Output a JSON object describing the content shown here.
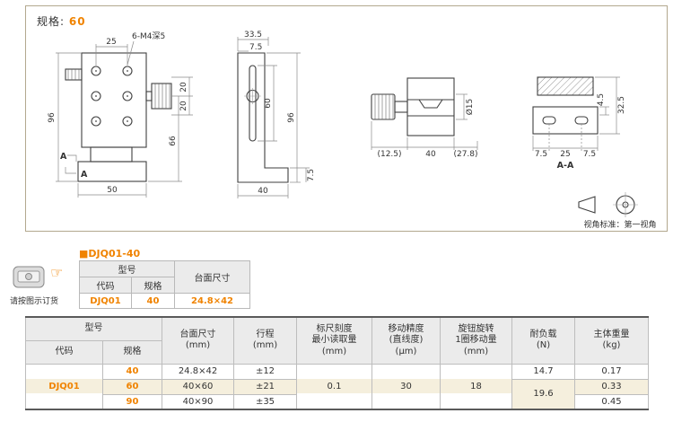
{
  "theme": {
    "accent": "#f08300",
    "highlight": "#f5efdd",
    "header_bg": "#ebebeb"
  },
  "page": {
    "spec_label": "规格:",
    "spec_value": "60"
  },
  "drawing": {
    "front": {
      "dim_hole_pitch": "25",
      "hole_note": "6-M4深5",
      "dim_height": "96",
      "dim_travel_up": "20",
      "dim_travel_down": "20",
      "dim_body": "66",
      "dim_base": "50",
      "section_a_left": "A",
      "section_a_bottom": "A"
    },
    "side": {
      "dim_depth": "33.5",
      "dim_lip": "7.5",
      "dim_slot": "60",
      "dim_height": "96",
      "dim_base": "40",
      "dim_foot": "7.5"
    },
    "plan": {
      "dim_left": "(12.5)",
      "dim_mid": "40",
      "dim_right": "(27.8)",
      "dim_knob": "Ø15"
    },
    "section": {
      "dim_left": "7.5",
      "dim_mid": "25",
      "dim_right": "7.5",
      "dim_step": "4.5",
      "dim_total": "32.5",
      "label": "A-A"
    },
    "view_note": "视角标准：第一视角"
  },
  "order": {
    "caption": "请按图示订货",
    "hand_icon": "☞",
    "title": "■DJQ01-40",
    "header_model": "型号",
    "header_size": "台面尺寸",
    "sub_code": "代码",
    "sub_spec": "规格",
    "code": "DJQ01",
    "spec": "40",
    "size": "24.8×42"
  },
  "spec_table": {
    "header_model": "型号",
    "sub_code": "代码",
    "sub_spec": "规格",
    "h_size": "台面尺寸\n(mm)",
    "h_travel": "行程\n(mm)",
    "h_scale": "标尺刻度\n最小读取量\n(mm)",
    "h_accuracy": "移动精度\n(直线度)\n(μm)",
    "h_knob": "旋钮旋转\n1圈移动量\n(mm)",
    "h_load": "耐负载\n(N)",
    "h_weight": "主体重量\n(kg)",
    "code": "DJQ01",
    "scale": "0.1",
    "accuracy": "30",
    "knob": "18",
    "load_40": "14.7",
    "load_60_90": "19.6",
    "rows": [
      {
        "spec": "40",
        "size": "24.8×42",
        "travel": "±12",
        "weight": "0.17"
      },
      {
        "spec": "60",
        "size": "40×60",
        "travel": "±21",
        "weight": "0.33"
      },
      {
        "spec": "90",
        "size": "40×90",
        "travel": "±35",
        "weight": "0.45"
      }
    ]
  }
}
